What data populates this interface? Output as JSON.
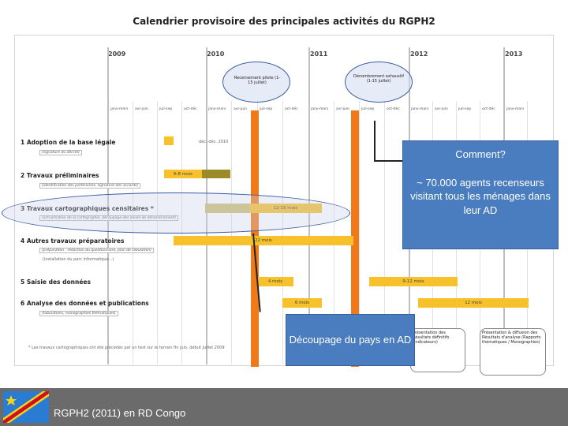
{
  "title": "Calendrier provisoire des principales activités du RGPH2",
  "years": [
    "2009",
    "2010",
    "2011",
    "2012",
    "2013"
  ],
  "months": [
    "janv-mars",
    "avr-juin",
    "juil-sep",
    "oct-déc",
    "janv-mars",
    "avr-juin",
    "juil-sep",
    "oct-déc",
    "janv-mars",
    "avr-juin",
    "juil-sep",
    "oct-déc",
    "janv-mars",
    "avr-juin",
    "juil-sep",
    "oct-déc",
    "janv-mars"
  ],
  "bubbles": {
    "recensement": "Recensement pilote (1-15 juillet)",
    "denombrement": "Dénombrement exhaustif (1-15 juillet)"
  },
  "rows": [
    {
      "label": "1  Adoption de la base légale",
      "sub": "(signature du décret)",
      "bar": "déc.-déc. 2010"
    },
    {
      "label": "2  Travaux préliminaires",
      "sub": "(identification des partenaires, signature des accords)",
      "bar": "6-8 mois"
    },
    {
      "label": "3  Travaux cartographiques censitaires *",
      "sub": "(actualisation de la cartographie, découpage des zones de dénombrement)",
      "bar": "12-15 mois"
    },
    {
      "label": "4  Autres travaux préparatoires",
      "sub": "(préparation : rédaction du questionnaire, plan de tabulation)",
      "sub2": "(installation du parc informatique...)",
      "bar": "22 mois"
    },
    {
      "label": "5  Saisie des données",
      "bar": "4 mois",
      "bar2": "9-12 mois"
    },
    {
      "label": "6  Analyse des données et publications",
      "sub": "(tabulations, monographies thématiques)",
      "bar": "6 mois",
      "bar2": "12 mois"
    }
  ],
  "footnote": "* Les travaux cartographiques ont été précédés par un test sur le terrain fin juin, début juillet 2009",
  "callouts": {
    "left": "Présentation des Résultats définitifs (Indicateurs)",
    "right": "Présentation & diffusion des Résultats d'analyse (Rapports thématiques / Monographies)"
  },
  "boxes": {
    "comment_title": "Comment?",
    "comment_body": "~ 70.000 agents recenseurs visitant tous les ménages dans leur AD",
    "decoupage": "Découpage du pays en AD"
  },
  "footer": "RGPH2 (2011) en RD Congo",
  "colors": {
    "bar": "#f6c12a",
    "orange": "#f07a1a",
    "box": "#4a7cc0",
    "footer": "#6b6b6b"
  }
}
